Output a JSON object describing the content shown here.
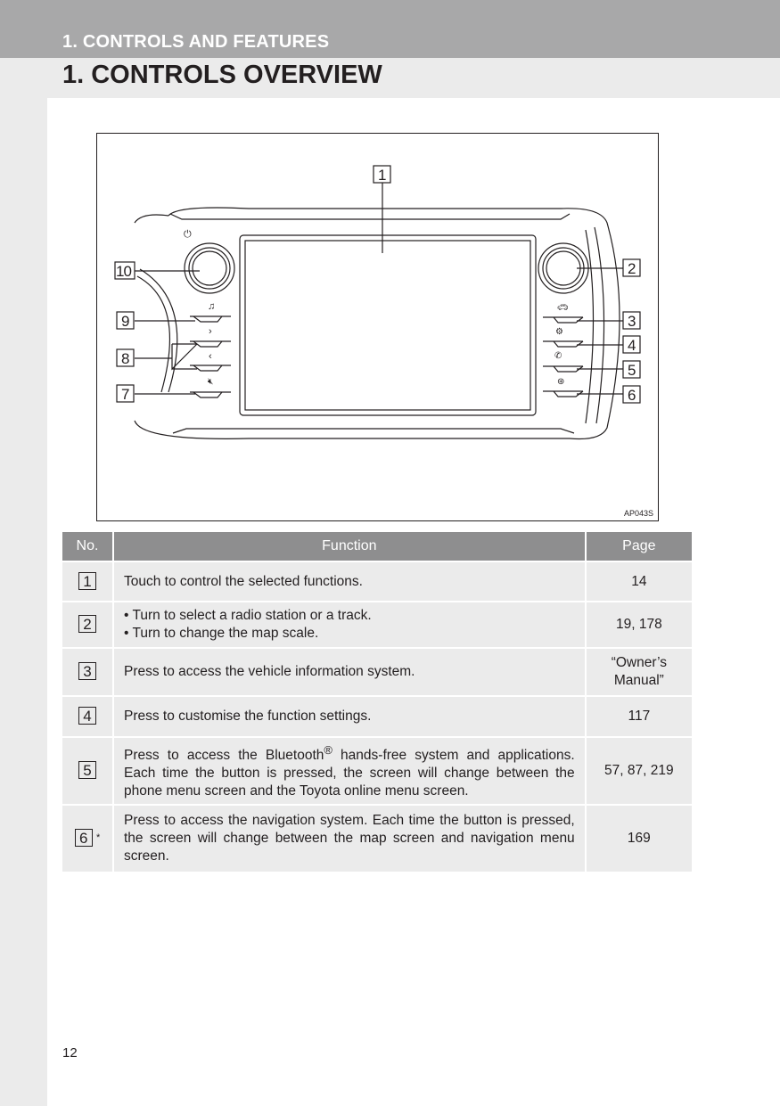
{
  "header": {
    "section": "1. CONTROLS AND FEATURES",
    "title": "1. CONTROLS OVERVIEW"
  },
  "figure": {
    "code": "AP043S",
    "callouts": [
      "1",
      "2",
      "3",
      "4",
      "5",
      "6",
      "7",
      "8",
      "9",
      "10"
    ]
  },
  "table": {
    "headers": [
      "No.",
      "Function",
      "Page"
    ],
    "rows": [
      {
        "no": "1",
        "lines": [
          "Touch to control the selected functions."
        ],
        "page": "14"
      },
      {
        "no": "2",
        "lines": [
          "• Turn to select a radio station or a track.",
          "• Turn to change the map scale."
        ],
        "page": "19, 178"
      },
      {
        "no": "3",
        "lines": [
          "Press to access the vehicle information system."
        ],
        "page": "“Owner’s Manual”"
      },
      {
        "no": "4",
        "lines": [
          "Press to customise the function settings."
        ],
        "page": "117"
      },
      {
        "no": "5",
        "lines": [
          "Press to access the Bluetooth",
          "®",
          " hands-free system and applications. Each time the button is pressed, the screen will change between the phone menu screen and the Toyota online menu screen."
        ],
        "page": "57, 87, 219"
      },
      {
        "no": "6",
        "mark": "*",
        "lines": [
          "Press to access the navigation system. Each time the button is pressed, the screen will change between the map screen and navigation menu screen."
        ],
        "page": "169"
      }
    ]
  },
  "page_number": "12"
}
